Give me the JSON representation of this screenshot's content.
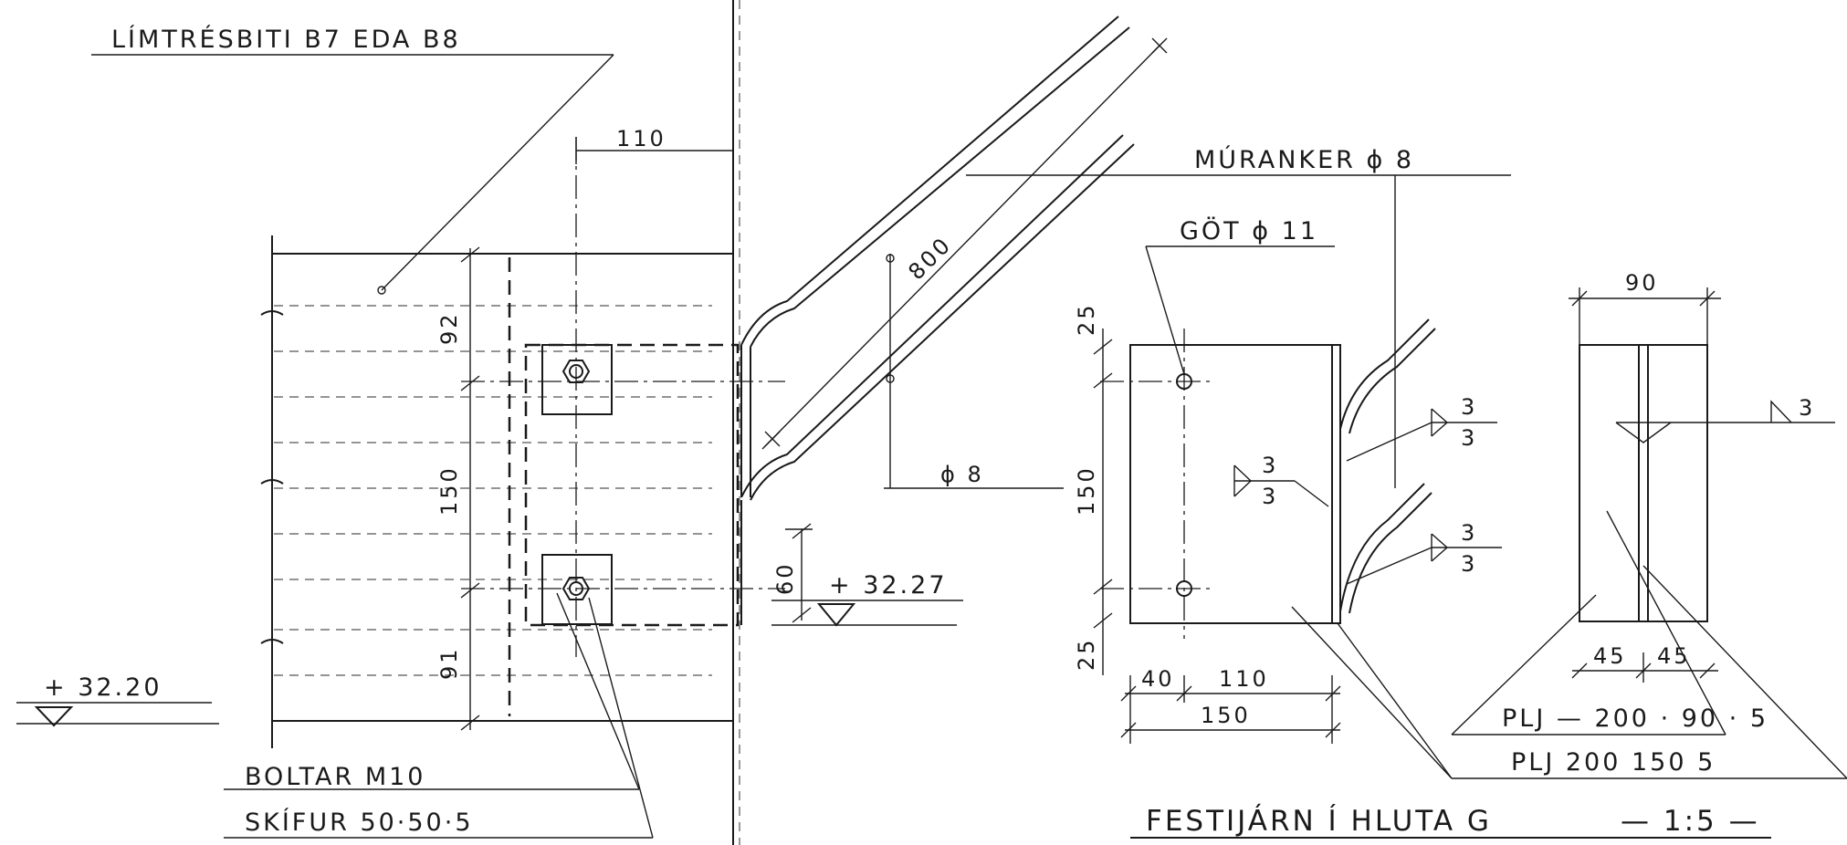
{
  "labels": {
    "beam": "LÍMTRÉSBITI B7 EDA B8",
    "wall_anchor": "MÚRANKER ϕ 8",
    "hole": "GÖT ϕ 11",
    "bolts": "BOLTAR M10",
    "washer": "SKÍFUR 50·50·5",
    "plate1": "PLJ — 200 · 90 · 5",
    "plate2": "PLJ 200 150 5",
    "title": "FESTIJÁRN Í HLUTA G",
    "scale": "— 1:5 —",
    "level_left": "+ 32.20",
    "level_right": "+ 32.27",
    "rod": "ϕ 8"
  },
  "dimensions": {
    "d110": "110",
    "d92": "92",
    "d150": "150",
    "d91": "91",
    "d800": "800",
    "d60": "60",
    "d25_top": "25",
    "d150_side": "150",
    "d25_bot": "25",
    "d40": "40",
    "d110_b": "110",
    "d150_b": "150",
    "d90": "90",
    "d45_a": "45",
    "d45_b": "45"
  },
  "welds": {
    "w1_top": "3",
    "w1_bot": "3",
    "w2_top": "3",
    "w2_bot": "3",
    "w3_top": "3",
    "w3_bot": "3",
    "w4": "3"
  }
}
